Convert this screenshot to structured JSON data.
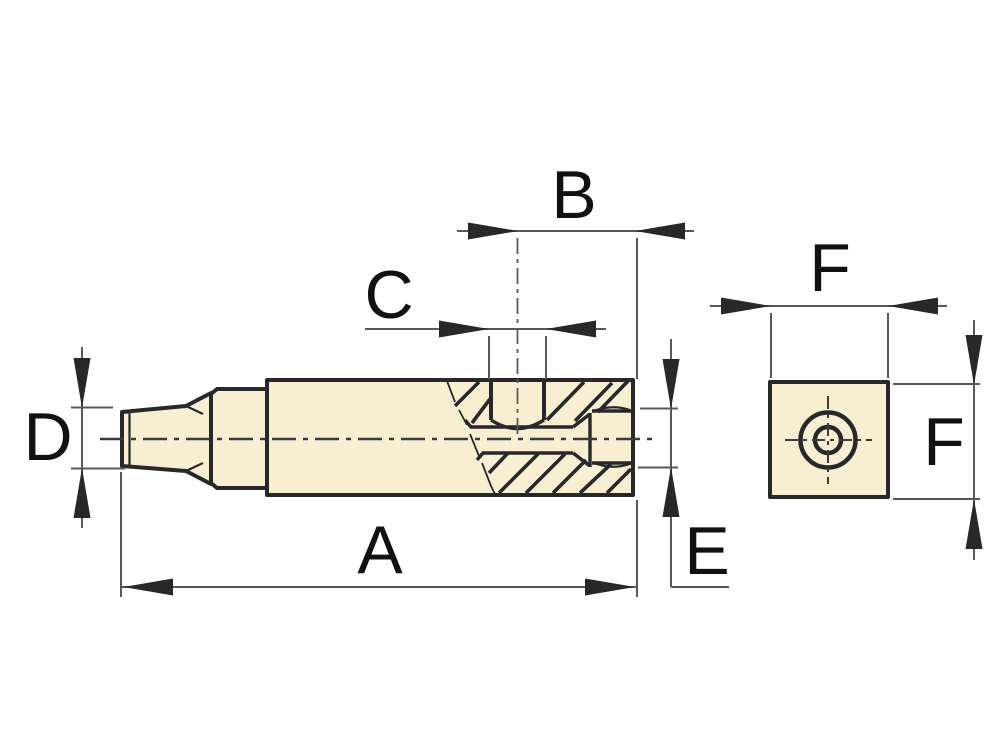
{
  "drawing": {
    "labels": {
      "a": "A",
      "b": "B",
      "c": "C",
      "d": "D",
      "e": "E",
      "f_width": "F",
      "f_height": "F"
    },
    "colors": {
      "background": "#ffffff",
      "part_fill": "#F8EED2",
      "outline": "#28282B",
      "dimension_line": "#58585B",
      "label_text": "#111113"
    }
  }
}
